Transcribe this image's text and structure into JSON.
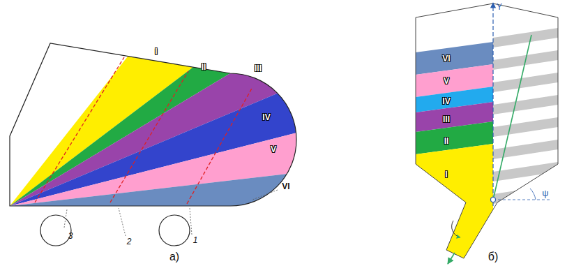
{
  "diagram": {
    "nodes": [
      {
        "text": [
          "I"
        ]
      },
      {
        "text": [
          "II"
        ]
      },
      {
        "text": [
          "III"
        ]
      },
      {
        "text": [
          "IV"
        ]
      },
      {
        "text": [
          "V"
        ]
      },
      {
        "text": [
          "VI"
        ]
      },
      {
        "text": [
          "VI"
        ]
      },
      {
        "text": [
          "V"
        ]
      },
      {
        "text": [
          "IV"
        ]
      },
      {
        "text": [
          "III"
        ]
      },
      {
        "text": [
          "II"
        ]
      },
      {
        "text": [
          "I"
        ]
      }
    ],
    "labels": [
      "3",
      "2",
      "1",
      "а)",
      "Y",
      "ψ",
      "б)"
    ]
  }
}
